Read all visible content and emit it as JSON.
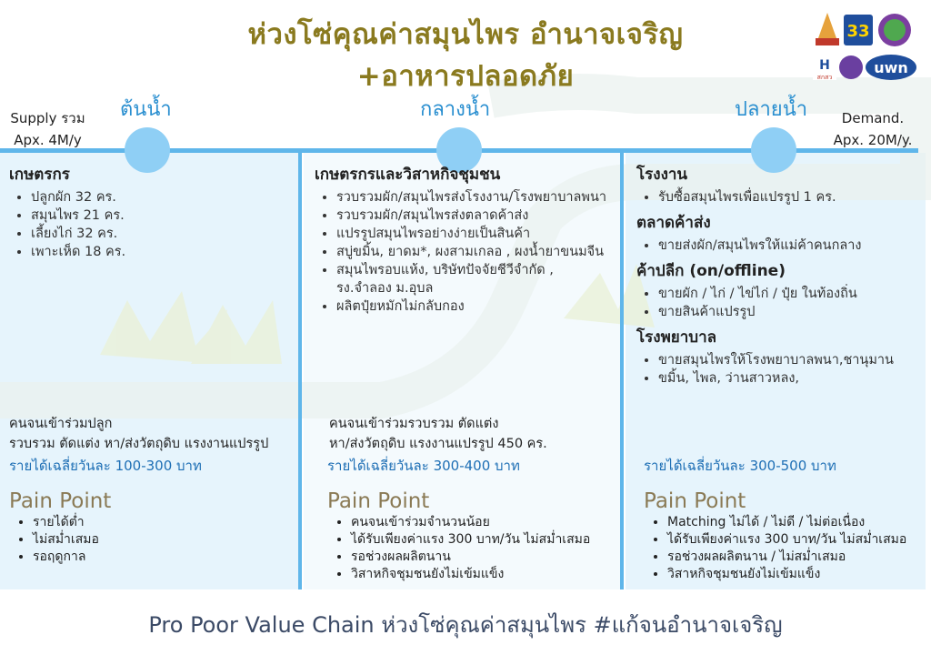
{
  "title": {
    "line1": "ห่วงโซ่คุณค่าสมุนไพร อำนาจเจริญ",
    "line2": "+อาหารปลอดภัย"
  },
  "logos": {
    "logo_number": "33",
    "logo_text": "uwn",
    "logo_small": "สกสว"
  },
  "stages": [
    {
      "label": "ต้นน้ำ"
    },
    {
      "label": "กลางน้ำ"
    },
    {
      "label": "ปลายน้ำ"
    }
  ],
  "supply": {
    "line1": "Supply รวม",
    "line2": "Apx. 4M/y"
  },
  "demand": {
    "line1": "Demand.",
    "line2": "Apx. 20M/y."
  },
  "columns": [
    {
      "groups": [
        {
          "heading": "เกษตรกร",
          "items": [
            "ปลูกผัก 32 คร.",
            "สมุนไพร 21 คร.",
            "เลี้ยงไก่ 32 คร.",
            "เพาะเห็ด 18 คร."
          ]
        }
      ],
      "people": [
        "คนจนเข้าร่วมปลูก",
        "รวบรวม ตัดแต่ง หา/ส่งวัตถุดิบ แรงงานแปรรูป"
      ],
      "income": "รายได้เฉลี่ยวันละ 100-300 บาท",
      "pain_title": "Pain Point",
      "pain_points": [
        "รายได้ต่ำ",
        "ไม่สม่ำเสมอ",
        "รอฤดูกาล"
      ]
    },
    {
      "groups": [
        {
          "heading": "เกษตรกรและวิสาหกิจชุมชน",
          "items": [
            "รวบรวมผัก/สมุนไพรส่งโรงงาน/โรงพยาบาลพนา",
            "รวบรวมผัก/สมุนไพรส่งตลาดค้าส่ง",
            "แปรรูปสมุนไพรอย่างง่ายเป็นสินค้า",
            "สบู่ขมิ้น, ยาดม*, ผงสามเกลอ , ผงน้ำยาขนมจีน",
            "สมุนไพรอบแห้ง, บริษัทปัจจัยชีวีจำกัด , รง.จำลอง ม.อุบล",
            "ผลิตปุ๋ยหมักไม่กลับกอง"
          ]
        }
      ],
      "people": [
        "คนจนเข้าร่วมรวบรวม ตัดแต่ง",
        "หา/ส่งวัตถุดิบ แรงงานแปรรูป 450 คร."
      ],
      "income": "รายได้เฉลี่ยวันละ 300-400 บาท",
      "pain_title": "Pain Point",
      "pain_points": [
        "คนจนเข้าร่วมจำนวนน้อย",
        "ได้รับเพียงค่าแรง 300 บาท/วัน ไม่สม่ำเสมอ",
        "รอช่วงผลผลิตนาน",
        "วิสาหกิจชุมชนยังไม่เข้มแข็ง"
      ]
    },
    {
      "groups": [
        {
          "heading": "โรงงาน",
          "items": [
            "รับซื้อสมุนไพรเพื่อแปรรูป 1 คร."
          ]
        },
        {
          "heading": "ตลาดค้าส่ง",
          "items": [
            "ขายส่งผัก/สมุนไพรให้แม่ค้าคนกลาง"
          ]
        },
        {
          "heading": "ค้าปลีก (on/offline)",
          "items": [
            "ขายผัก / ไก่ / ไข่ไก่ / ปุ๋ย ในท้องถิ่น",
            "ขายสินค้าแปรรูป"
          ]
        },
        {
          "heading": "โรงพยาบาล",
          "items": [
            "ขายสมุนไพรให้โรงพยาบาลพนา,ชานุมาน",
            "ขมิ้น, ไพล, ว่านสาวหลง,"
          ]
        }
      ],
      "people": [],
      "income": "รายได้เฉลี่ยวันละ 300-500 บาท",
      "pain_title": "Pain Point",
      "pain_points": [
        "Matching ไม่ได้ / ไม่ดี / ไม่ต่อเนื่อง",
        "ได้รับเพียงค่าแรง 300 บาท/วัน ไม่สม่ำเสมอ",
        "รอช่วงผลผลิตนาน / ไม่สม่ำเสมอ",
        "วิสาหกิจชุมชนยังไม่เข้มแข็ง"
      ]
    }
  ],
  "footer": "Pro Poor Value Chain ห่วงโซ่คุณค่าสมุนไพร #แก้จนอำนาจเจริญ",
  "colors": {
    "title": "#8a7a1f",
    "accent_blue": "#5fb6ea",
    "dot": "#8fcff5",
    "income": "#1e6fb5",
    "pain": "#8a7a55",
    "footer": "#3b4a66"
  }
}
